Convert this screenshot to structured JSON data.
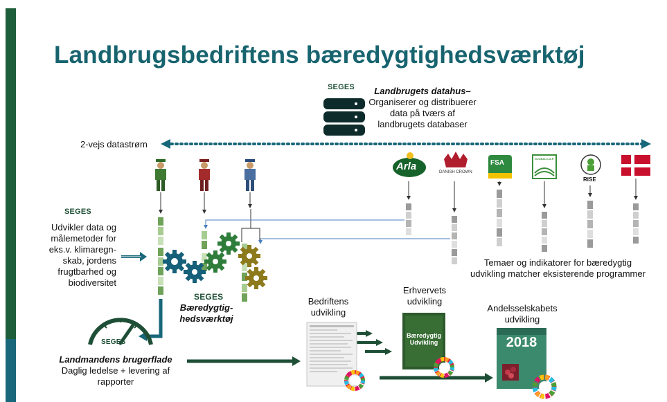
{
  "slide": {
    "title": "Landbrugsbedriftens bæredygtighedsværktøj"
  },
  "datahouse": {
    "logo": "SEGES",
    "title": "Landbrugets datahus–",
    "lines": [
      "Organiserer og distribuerer",
      "data på tværs af",
      "landbrugets databaser"
    ]
  },
  "datastream": {
    "label": "2-vejs datastrøm"
  },
  "seges_left": {
    "logo": "SEGES",
    "lines": [
      "Udvikler data og",
      "målemetoder  for",
      "eks.v. klimaregn-",
      "skab, jordens",
      "frugtbarhed og",
      "biodiversitet"
    ]
  },
  "tool": {
    "logo": "SEGES",
    "lines": [
      "Bæredygtig-",
      "hedsværktøj"
    ]
  },
  "farmer_ui": {
    "logo": "SEGES",
    "title": "Landmandens brugerflade",
    "lines": [
      "Daglig ledelse + levering af",
      "rapporter"
    ]
  },
  "partners": {
    "arla": "Arla",
    "danish_crown": "DANISH CROWN",
    "fsa": "FSA",
    "globalgap": "GLOBALG.A.P.",
    "rise": "RISE"
  },
  "themes": {
    "lines": [
      "Temaer og indikatorer for bæredygtig",
      "udvikling matcher eksisterende programmer"
    ]
  },
  "outputs": {
    "farm": [
      "Bedriftens",
      "udvikling"
    ],
    "business": [
      "Erhvervets",
      "udvikling"
    ],
    "coop": [
      "Andelsselskabets",
      "udvikling"
    ],
    "book_title": [
      "Bæredygtig",
      "Udvikling"
    ],
    "report_year": "2018"
  },
  "colors": {
    "title": "#17646f",
    "sidebar_green": "#1f5e3a",
    "sidebar_teal": "#18677a",
    "teal_arrow": "#18677a",
    "dark_green": "#1e4f36",
    "gear_teal": "#16607a",
    "gear_green": "#2e7d3a",
    "gear_olive": "#8d7a1c",
    "data_green": "#8fbc7a",
    "data_grey": "#b4b4b4",
    "danish_red": "#c8102e"
  }
}
